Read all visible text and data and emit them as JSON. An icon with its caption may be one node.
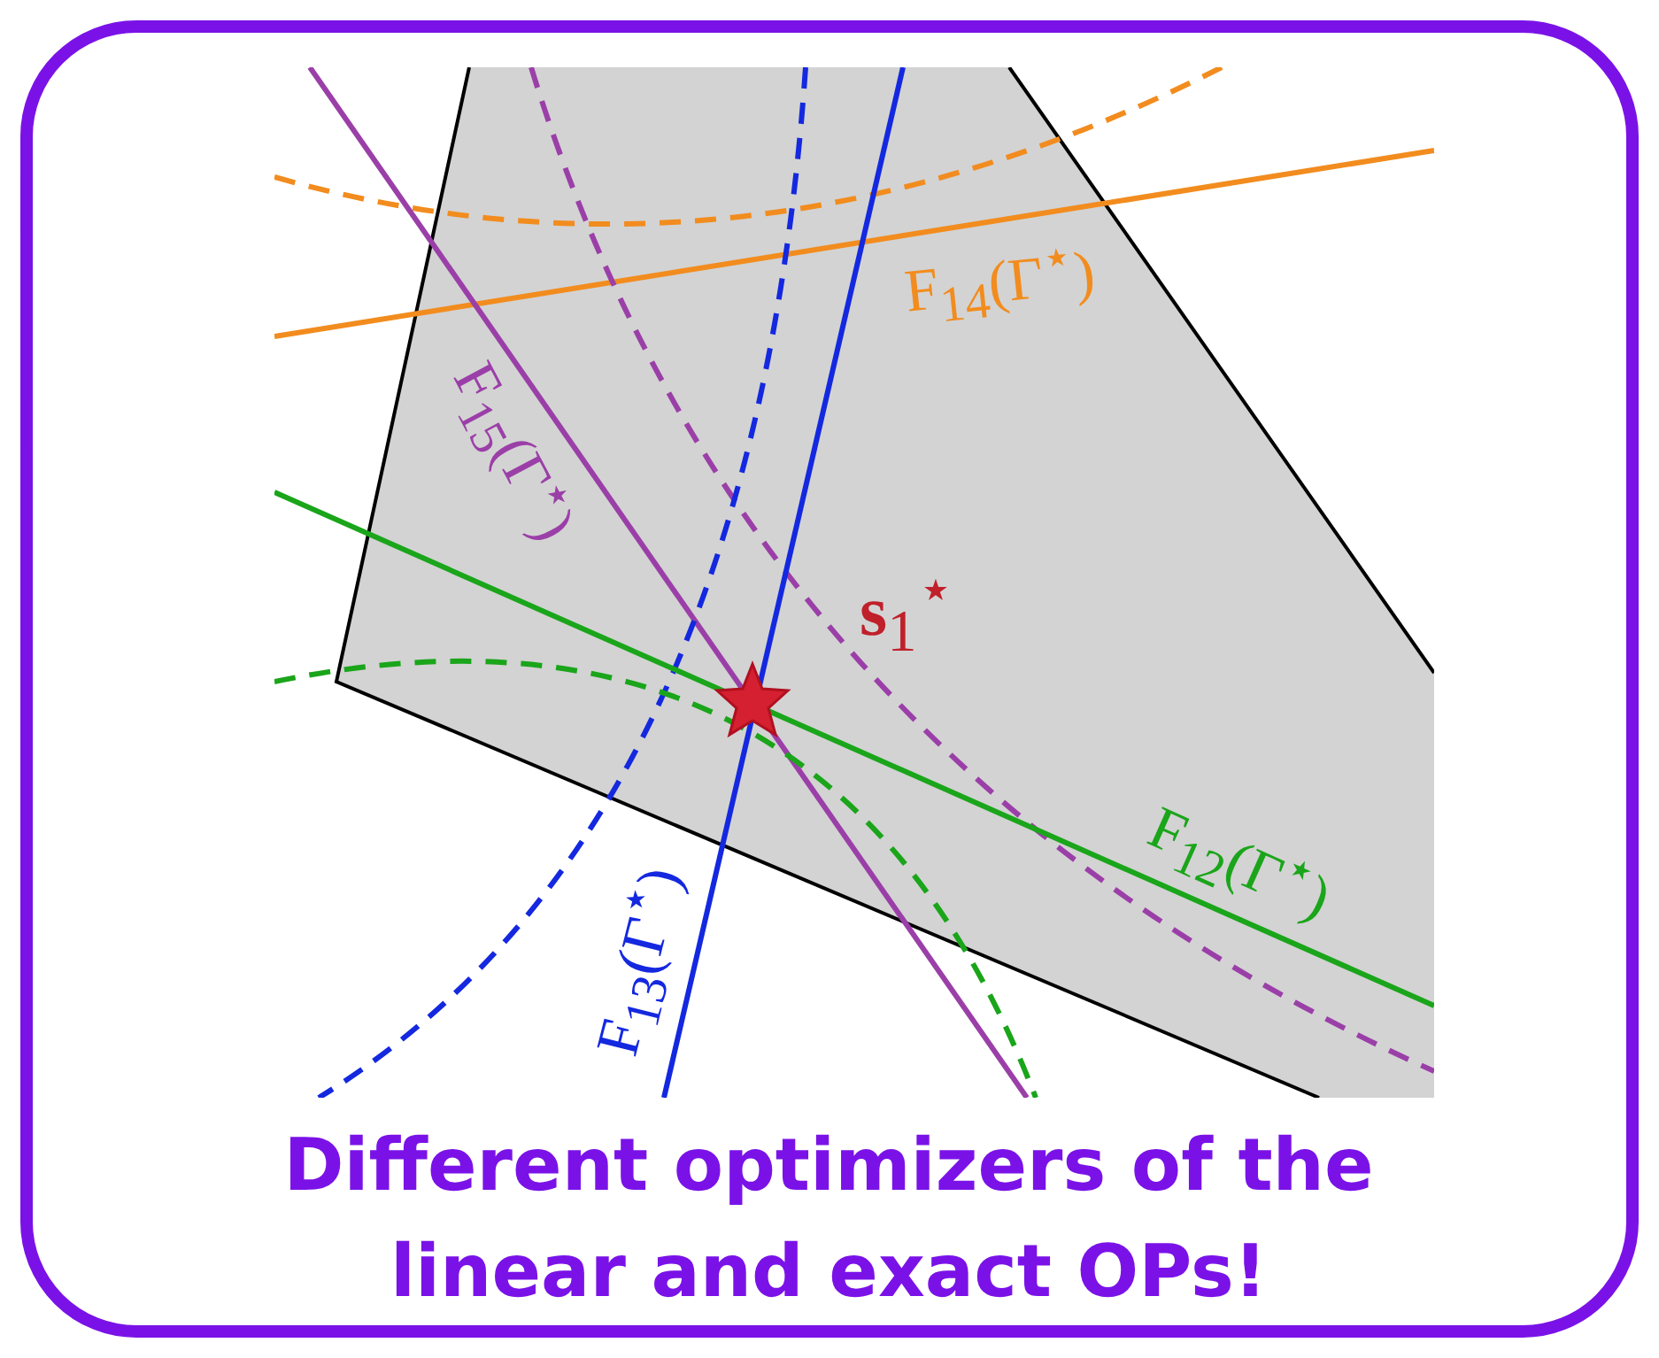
{
  "diagram": {
    "caption": "Different optimizers of the linear and exact OPs!",
    "labels": [
      "F$_{14}$(Γ$^{⋆}$)",
      "F$_{15}$(Γ$^{⋆}$)",
      "**s**$_{1}$$^{⋆}$",
      "F$_{12}$(Γ$^{⋆}$)",
      "F$_{13}$(Γ$^{⋆}$)"
    ]
  }
}
